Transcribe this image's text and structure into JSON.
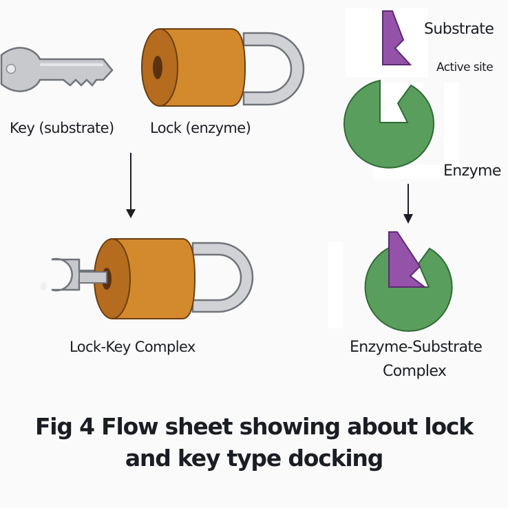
{
  "left_panel": {
    "key_label": "Key (substrate)",
    "lock_label": "Lock (enzyme)",
    "complex_label": "Lock-Key Complex"
  },
  "right_panel": {
    "substrate_label": "Substrate",
    "active_site_label": "Active site",
    "enzyme_label": "Enzyme",
    "complex_label_line1": "Enzyme-Substrate",
    "complex_label_line2": "Complex"
  },
  "caption": {
    "line1": "Fig 4  Flow sheet showing about lock",
    "line2": "and key type docking"
  },
  "colors": {
    "key_fill": "#c8c9cd",
    "key_stroke": "#6f737a",
    "lock_body": "#d38a2c",
    "lock_face": "#b56c1e",
    "lock_hole": "#5a3210",
    "shackle": "#d0d2d6",
    "enzyme": "#5a9e5e",
    "enzyme_stroke": "#2f6b36",
    "substrate": "#9452a8",
    "substrate_stroke": "#5b2a72",
    "arrow": "#1b1d24"
  }
}
